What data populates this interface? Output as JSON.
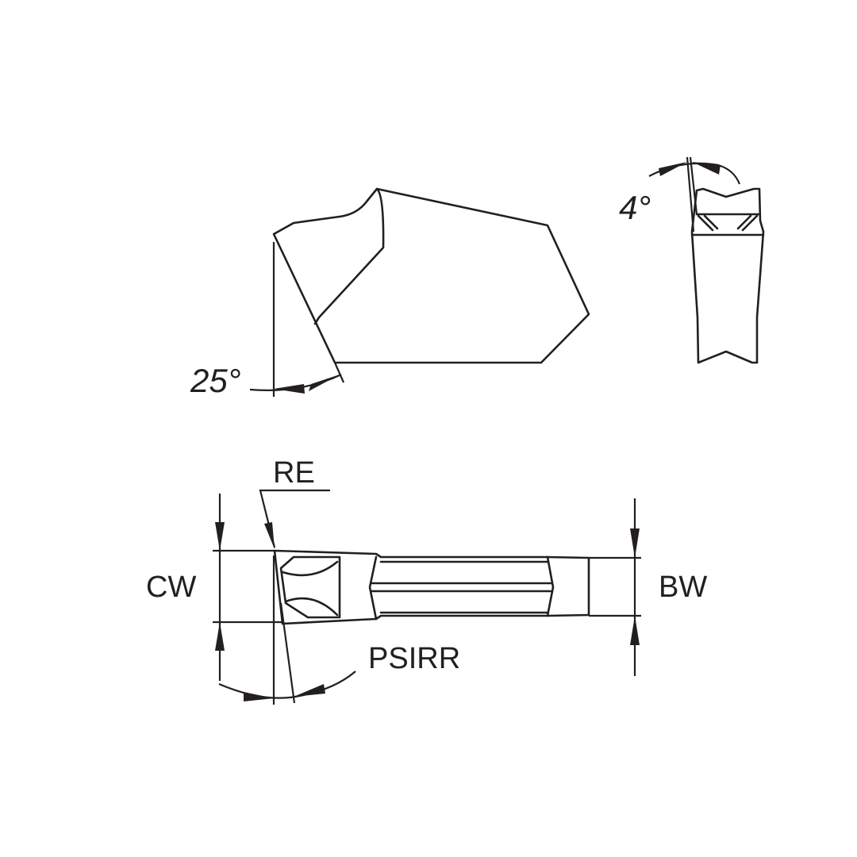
{
  "labels": {
    "angle_25": "25°",
    "angle_4": "4°",
    "re": "RE",
    "cw": "CW",
    "bw": "BW",
    "psirr": "PSIRR"
  },
  "colors": {
    "line": "#231f20",
    "background": "#ffffff"
  }
}
